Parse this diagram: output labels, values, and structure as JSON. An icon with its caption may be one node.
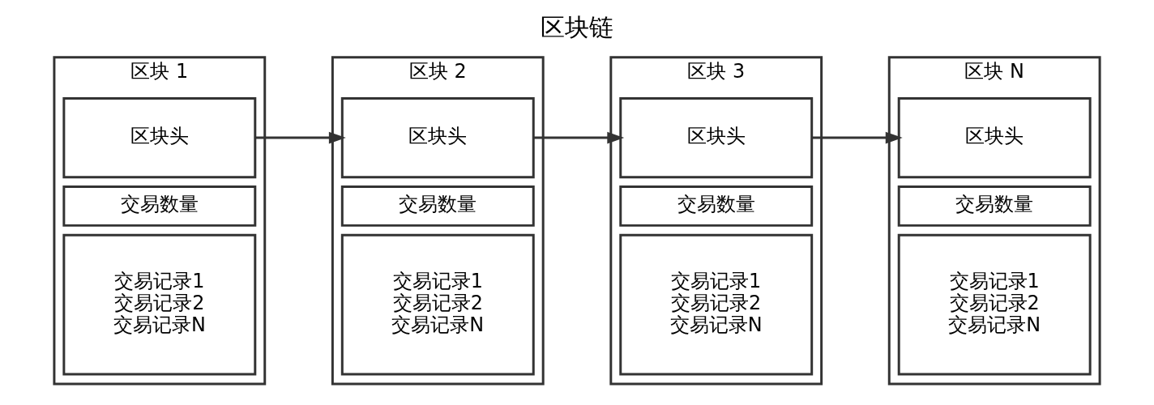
{
  "diagram": {
    "title": "区块链",
    "nodes": [
      {
        "text": [
          "区块 1"
        ]
      },
      {
        "text": [
          "区块头"
        ],
        "in": 0
      },
      {
        "text": [
          "交易数量"
        ],
        "in": 0
      },
      {
        "text": [
          "交易记录1",
          "交易记录2",
          "交易记录N"
        ],
        "in": 0
      },
      {
        "text": [
          "区块 2"
        ]
      },
      {
        "text": [
          "区块头"
        ],
        "in": 4
      },
      {
        "text": [
          "交易数量"
        ],
        "in": 4
      },
      {
        "text": [
          "交易记录1",
          "交易记录2",
          "交易记录N"
        ],
        "in": 4
      },
      {
        "text": [
          "区块 3"
        ]
      },
      {
        "text": [
          "区块头"
        ],
        "in": 8
      },
      {
        "text": [
          "交易数量"
        ],
        "in": 8
      },
      {
        "text": [
          "交易记录1",
          "交易记录2",
          "交易记录N"
        ],
        "in": 8
      },
      {
        "text": [
          "区块 N"
        ]
      },
      {
        "text": [
          "区块头"
        ],
        "in": 12
      },
      {
        "text": [
          "交易数量"
        ],
        "in": 12
      },
      {
        "text": [
          "交易记录1",
          "交易记录2",
          "交易记录N"
        ],
        "in": 12
      }
    ],
    "edges": [
      {
        "from": 1,
        "to": 5,
        "arrow": "to"
      },
      {
        "from": 5,
        "to": 9,
        "arrow": "to"
      },
      {
        "from": 9,
        "to": 13,
        "arrow": "to"
      }
    ]
  }
}
